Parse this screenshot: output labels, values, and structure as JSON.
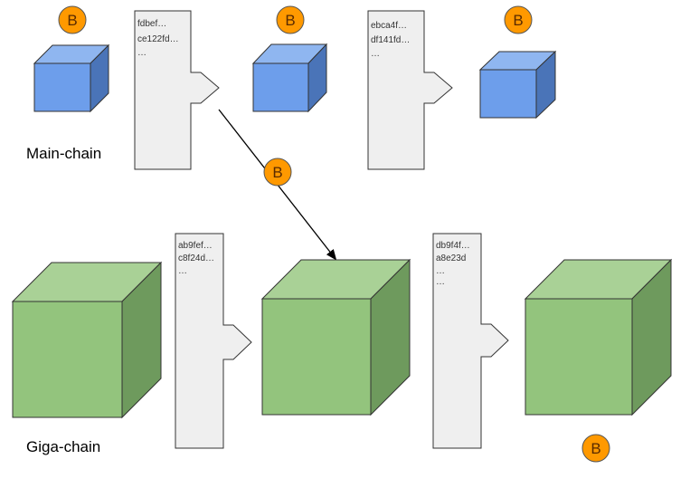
{
  "badge_letter": "B",
  "labels": {
    "main_chain": "Main-chain",
    "giga_chain": "Giga-chain"
  },
  "main_chain": {
    "block_hashes": [
      [
        "fdbef…",
        "ce122fd…",
        "…"
      ],
      [
        "ebca4f…",
        "df141fd…",
        "…"
      ]
    ]
  },
  "giga_chain": {
    "block_hashes": [
      [
        "ab9fef…",
        "c8f24d…",
        "…"
      ],
      [
        "db9f4f…",
        "a8e23d",
        "…",
        "…"
      ]
    ]
  },
  "colors": {
    "main_block_front": "#6d9eeb",
    "main_block_top": "#8fb6f0",
    "main_block_side": "#4a74b8",
    "giga_block_front": "#93c47d",
    "giga_block_top": "#a9d196",
    "giga_block_side": "#6e9a5d",
    "badge_fill": "#ff9900",
    "panel_fill": "#efefef"
  }
}
